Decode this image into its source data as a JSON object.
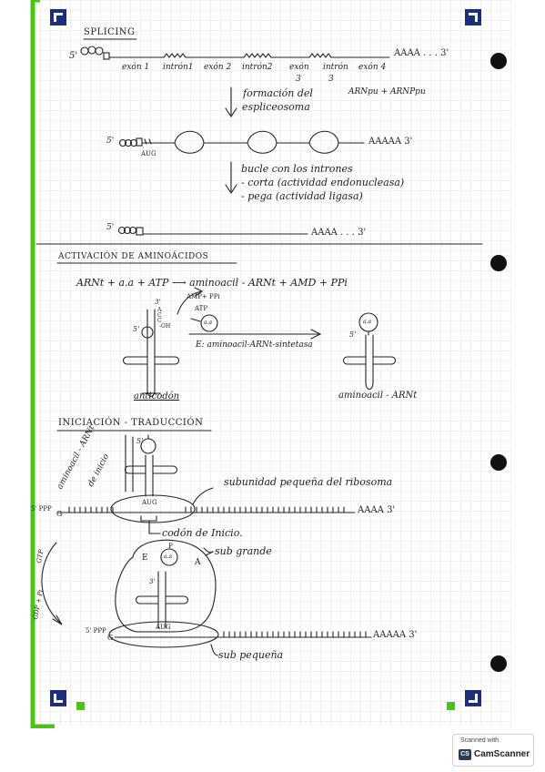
{
  "sections": {
    "splicing": {
      "title": "SPLICING",
      "pre_mrna": {
        "five_prime": "5'",
        "poly_a": "AAAA . . . 3'",
        "segments": [
          "exón 1",
          "intrón1",
          "exón 2",
          "intrón2",
          "exón",
          "intrón",
          "exón 4"
        ],
        "numbers": [
          "3",
          "3"
        ]
      },
      "step1": [
        "formación del",
        "espliceosoma"
      ],
      "step1_side": "ARNpu + ARNPpu",
      "intermediate": {
        "five_prime": "5'",
        "aug": "AUG",
        "poly_a": "AAAAA 3'"
      },
      "step2": [
        "bucle con los intrones",
        "- corta (actividad endonucleasa)",
        "- pega (actividad ligasa)"
      ],
      "mature": {
        "five_prime": "5'",
        "poly_a": "AAAA . . . 3'"
      }
    },
    "activation": {
      "title": "ACTIVACIÓN DE AMINOÁCIDOS",
      "equation": "ARNt + a.a + ATP ⟶ aminoacil - ARNt + AMD + PPi",
      "left_labels": {
        "three_prime": "3'",
        "amp": "AMP+ PPi",
        "atp": "ATP",
        "aa": "a.a",
        "oh": "-OH",
        "five_prime": "5'",
        "letters": [
          "A",
          "C",
          "C"
        ]
      },
      "enzyme": "E: aminoacil-ARNt-sintetasa",
      "left_caption": "anticodón",
      "right_caption": "aminoacil - ARNt",
      "right_labels": {
        "aa": "a.a",
        "five_prime": "5'"
      }
    },
    "initiation": {
      "title": "INICIACIÓN - TRADUCCIÓN",
      "side_label": [
        "aminoacil - ARNt",
        "de inicio"
      ],
      "five_prime": "5'",
      "small_subunit": "subunidad pequeña del ribosoma",
      "mrna_5": "5' PPP",
      "g": "G",
      "aug": "AUG",
      "poly_a": "AAAA 3'",
      "start_codon": "codón de Inicio.",
      "gtp": "GTP",
      "gdp": "GDP + Pi",
      "ribosome": {
        "e": "E",
        "p": "P",
        "a": "A",
        "aa": "a.a",
        "aug": "AUG",
        "three_prime": "3'"
      },
      "large_subunit": "sub grande",
      "mrna2_5": "5' PPP",
      "g2": "G",
      "poly_a2": "AAAAA 3'",
      "small_subunit2": "sub pequeña"
    }
  },
  "scanner": {
    "line1": "Scanned with",
    "logo": "CS",
    "line2": "CamScanner"
  },
  "colors": {
    "paper": "#ffffff",
    "grid": "#d8dbe6",
    "edge_green": "#4cc414",
    "corner_navy": "#1c2f7a",
    "ink": "#1c1c1c"
  }
}
